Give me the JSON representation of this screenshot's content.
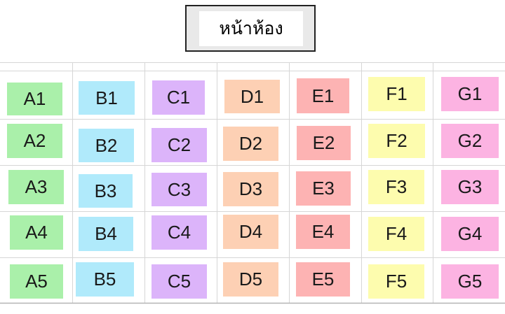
{
  "header": {
    "front_label": "หน้าห้อง"
  },
  "colors": {
    "A": "#aaf0aa",
    "B": "#b0eafb",
    "C": "#dcb4fa",
    "D": "#fdd0b4",
    "E": "#fdb3b3",
    "F": "#fdfcae",
    "G": "#fcb3e2"
  },
  "seats": [
    [
      "A1",
      "B1",
      "C1",
      "D1",
      "E1",
      "F1",
      "G1"
    ],
    [
      "A2",
      "B2",
      "C2",
      "D2",
      "E2",
      "F2",
      "G2"
    ],
    [
      "A3",
      "B3",
      "C3",
      "D3",
      "E3",
      "F3",
      "G3"
    ],
    [
      "A4",
      "B4",
      "C4",
      "D4",
      "E4",
      "F4",
      "G4"
    ],
    [
      "A5",
      "B5",
      "C5",
      "D5",
      "E5",
      "F5",
      "G5"
    ]
  ]
}
